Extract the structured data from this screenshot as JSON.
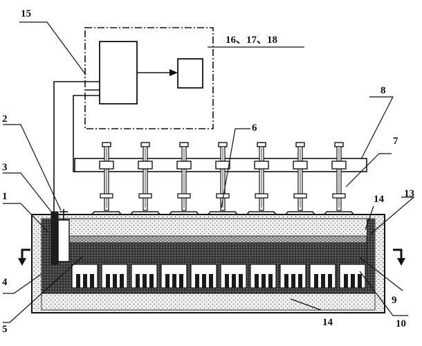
{
  "diagram": {
    "callouts": {
      "c1": "1",
      "c2": "2",
      "c3": "3",
      "c4": "4",
      "c5": "5",
      "c6": "6",
      "c7": "7",
      "c8": "8",
      "c9": "9",
      "c10": "10",
      "c13": "13",
      "c14_right": "14",
      "c14_bottom": "14",
      "c15": "15",
      "c16": "16、17、18"
    },
    "colors": {
      "ink": "#111111",
      "cathode_dark": "#2a2a2a",
      "lining_dots": "#8c8c8c"
    },
    "anode_count": 7,
    "cathode_block_count": 10
  }
}
